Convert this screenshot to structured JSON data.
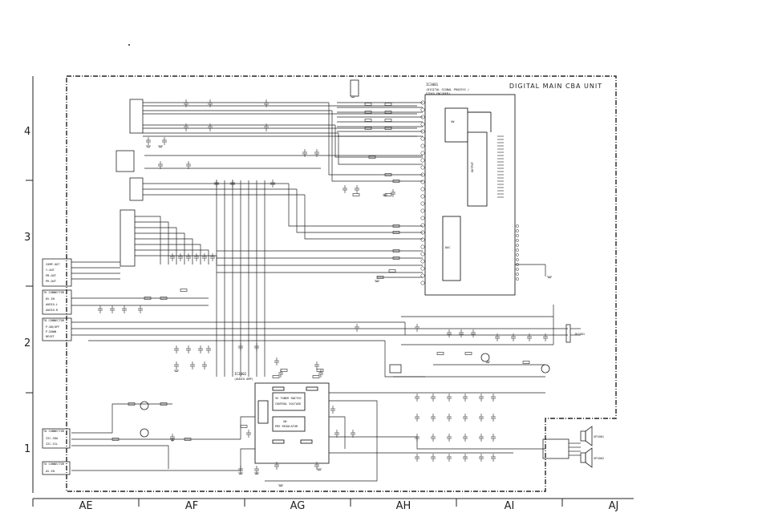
{
  "title": "DIGITAL MAIN CBA UNIT",
  "row_labels": [
    "4",
    "3",
    "2",
    "1"
  ],
  "col_labels": [
    "AE",
    "AF",
    "AG",
    "AH",
    "AI",
    "AJ"
  ],
  "left_connectors": {
    "cn1": [
      "COMP-OUT",
      "Y-OUT",
      "PB-OUT",
      "PR-OUT"
    ],
    "cn2": [
      "TO CONNECTOR",
      "DV-IN",
      "AUDIO-L",
      "AUDIO-R"
    ],
    "cn3": [
      "TO CONNECTOR",
      "P-ON/OFF",
      "P-DOWN",
      "RESET"
    ],
    "cn4": [
      "TO CONNECTOR",
      "I2C-SDA",
      "I2C-SCL"
    ],
    "cn5": [
      "TO CONNECTOR",
      "AV-IN"
    ]
  },
  "main_ic": {
    "ref": "IC3001",
    "lines": [
      "(DIGITAL SIGNAL PROCESS /",
      "VIDEO ENCODER)"
    ]
  },
  "chip_labels": {
    "audio_ic": [
      "IC3002",
      "(AUDIO AMP)"
    ],
    "mid_block": "SW",
    "right_block": "OUTPUT",
    "lower_block": "DAC",
    "reg_blocks": [
      "5V TUNER SWITCH",
      "CONTROL VOLTAGE",
      "SW",
      "PRE REGULATOR"
    ]
  },
  "right_connectors": [
    "JK1001",
    "SP1001",
    "SP1002"
  ]
}
